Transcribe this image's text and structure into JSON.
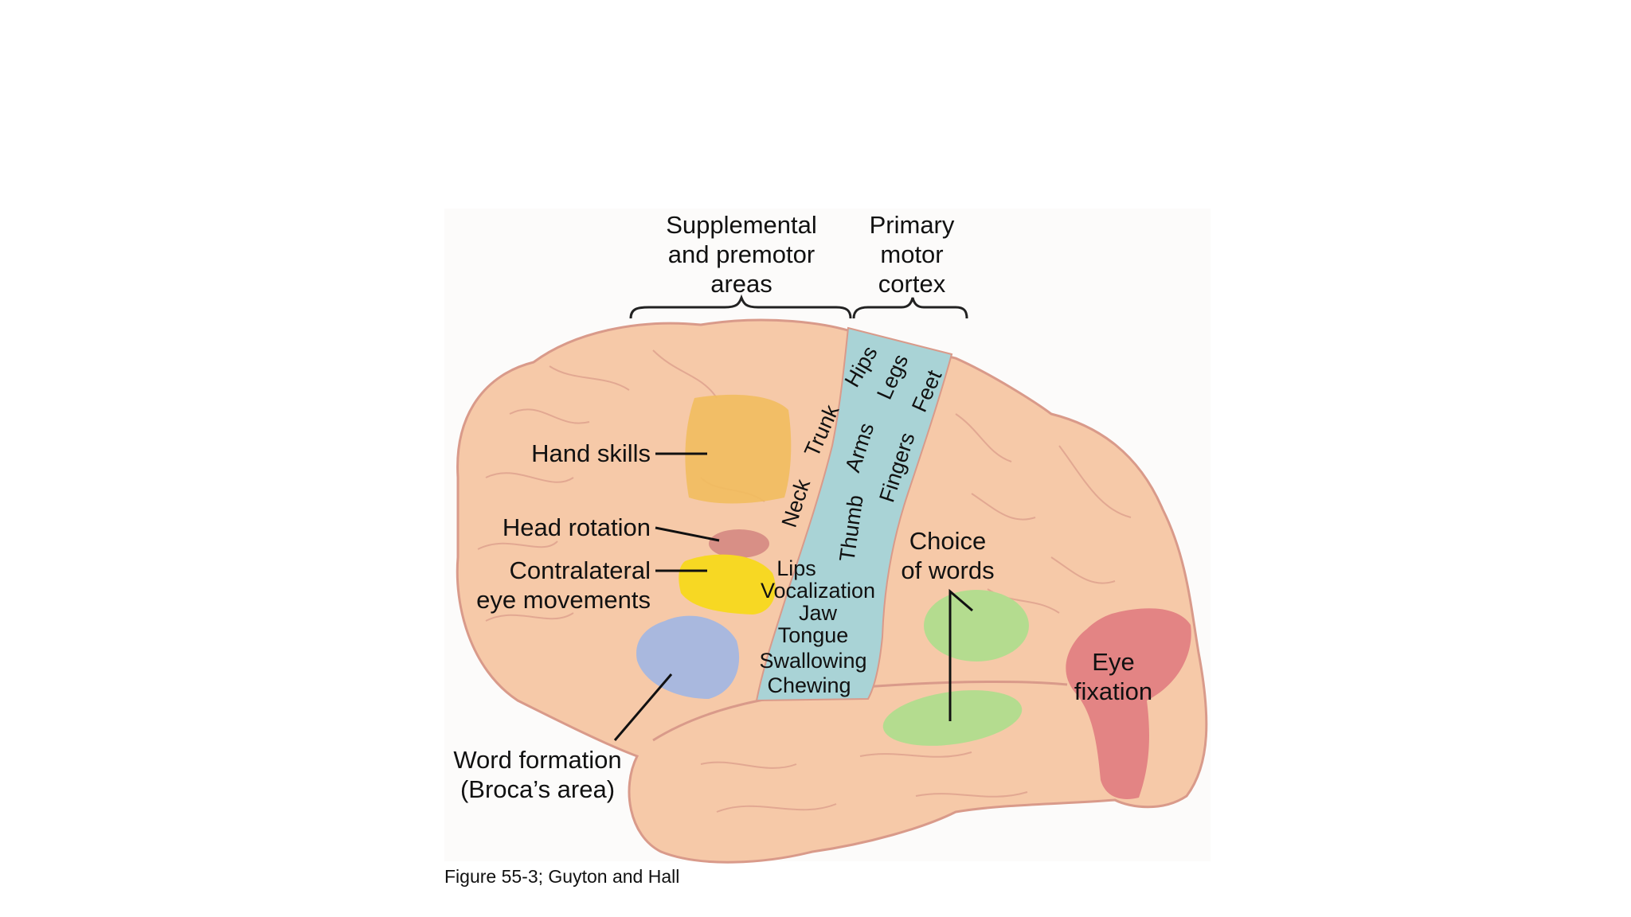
{
  "header": {
    "supplemental": [
      "Supplemental",
      "and premotor",
      "areas"
    ],
    "primary": [
      "Primary",
      "motor",
      "cortex"
    ]
  },
  "left_labels": {
    "hand_skills": "Hand skills",
    "head_rotation": "Head rotation",
    "contralateral": [
      "Contralateral",
      "eye movements"
    ],
    "word_formation": [
      "Word formation",
      "(Broca’s area)"
    ]
  },
  "motor_strip": {
    "upper": [
      "Neck",
      "Trunk",
      "Hips",
      "Thumb",
      "Arms",
      "Legs",
      "Fingers",
      "Feet"
    ],
    "lower": [
      "Lips",
      "Vocalization",
      "Jaw",
      "Tongue",
      "Swallowing",
      "Chewing"
    ]
  },
  "right_labels": {
    "choice_of_words": [
      "Choice",
      "of words"
    ],
    "eye_fixation": [
      "Eye",
      "fixation"
    ]
  },
  "caption": "Figure 55-3; Guyton and Hall",
  "colors": {
    "brain": "#f6c9a8",
    "outline": "#d99a8a",
    "motor_strip": "#a9d3d6",
    "hand_skills": "#f2bd5e",
    "head_rotation": "#d88f86",
    "eye_movements": "#f7d823",
    "broca": "#a9b8de",
    "choice_of_words": "#b4dc8f",
    "eye_fixation": "#e38484"
  }
}
